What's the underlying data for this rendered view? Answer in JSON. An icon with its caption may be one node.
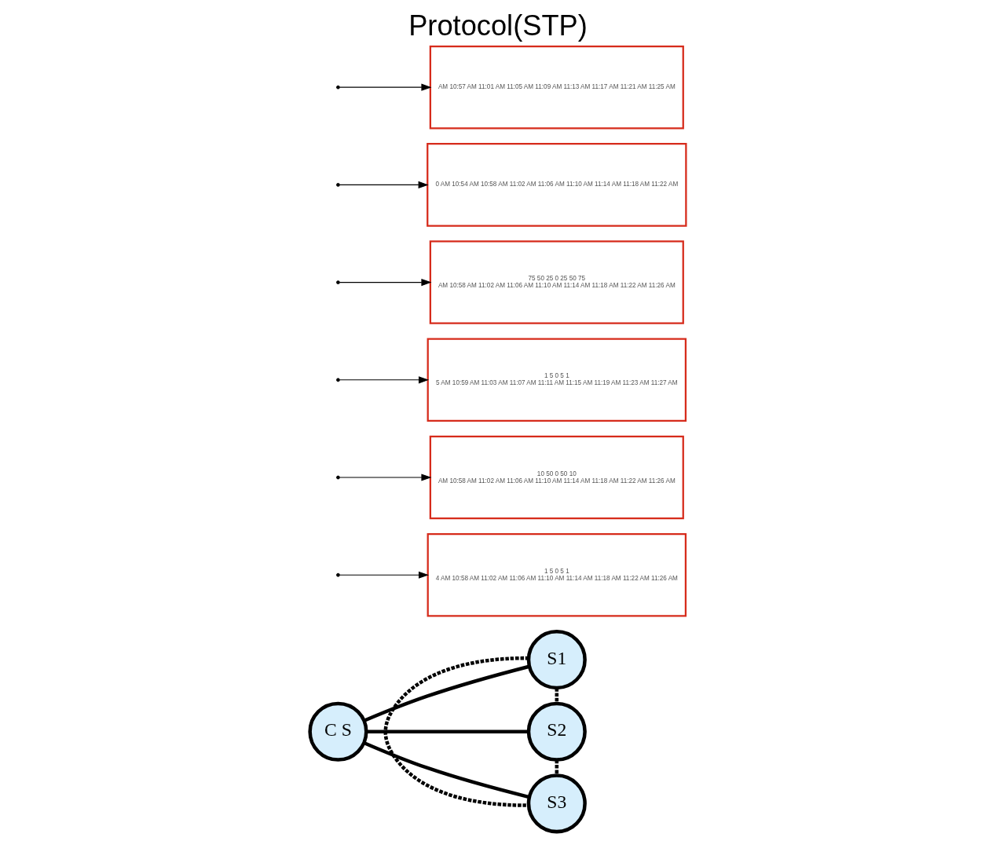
{
  "diagram": {
    "title": "Protocol(STP)",
    "nodes": [
      {
        "text": [
          "C S"
        ]
      },
      {
        "text": [
          "S1"
        ]
      },
      {
        "text": [
          "S2"
        ]
      },
      {
        "text": [
          "S3"
        ]
      },
      {
        "text": [
          "1 5 0 5 1",
          "4 AM 10:58 AM 11:02 AM 11:06 AM 11:10 AM 11:14 AM 11:18 AM 11:22 AM 11:26 AM"
        ]
      },
      {
        "text": [
          "10 50 0 50 10",
          "AM 10:58 AM 11:02 AM 11:06 AM 11:10 AM 11:14 AM 11:18 AM 11:22 AM 11:26 AM"
        ]
      },
      {
        "text": [
          "1 5 0 5 1",
          "5 AM 10:59 AM 11:03 AM 11:07 AM 11:11 AM 11:15 AM 11:19 AM 11:23 AM 11:27 AM"
        ]
      },
      {
        "text": [
          "75 50 25 0 25 50 75",
          "AM 10:58 AM 11:02 AM 11:06 AM 11:10 AM 11:14 AM 11:18 AM 11:22 AM 11:26 AM"
        ]
      },
      {
        "text": [
          "0 AM 10:54 AM 10:58 AM 11:02 AM 11:06 AM 11:10 AM 11:14 AM 11:18 AM 11:22 AM"
        ]
      },
      {
        "text": [
          "AM 10:57 AM 11:01 AM 11:05 AM 11:09 AM 11:13 AM 11:17 AM 11:21 AM 11:25 AM"
        ]
      }
    ],
    "edges": [
      {
        "from": 0,
        "to": 1,
        "arrow": "none",
        "style": "thick"
      },
      {
        "from": 0,
        "to": 2,
        "arrow": "none",
        "style": "thick"
      },
      {
        "from": 0,
        "to": 3,
        "arrow": "none",
        "style": "thick"
      },
      {
        "from": 1,
        "to": 2,
        "arrow": "none",
        "style": "dashed"
      },
      {
        "from": 2,
        "to": 3,
        "arrow": "none",
        "style": "dashed"
      },
      {
        "from": 1,
        "to": 3,
        "arrow": "none",
        "style": "dashed"
      },
      {
        "from": null,
        "to": 4,
        "arrow": "to"
      },
      {
        "from": null,
        "to": 5,
        "arrow": "to"
      },
      {
        "from": null,
        "to": 6,
        "arrow": "to"
      },
      {
        "from": null,
        "to": 7,
        "arrow": "to"
      },
      {
        "from": null,
        "to": 8,
        "arrow": "to"
      },
      {
        "from": null,
        "to": 9,
        "arrow": "to"
      }
    ]
  }
}
